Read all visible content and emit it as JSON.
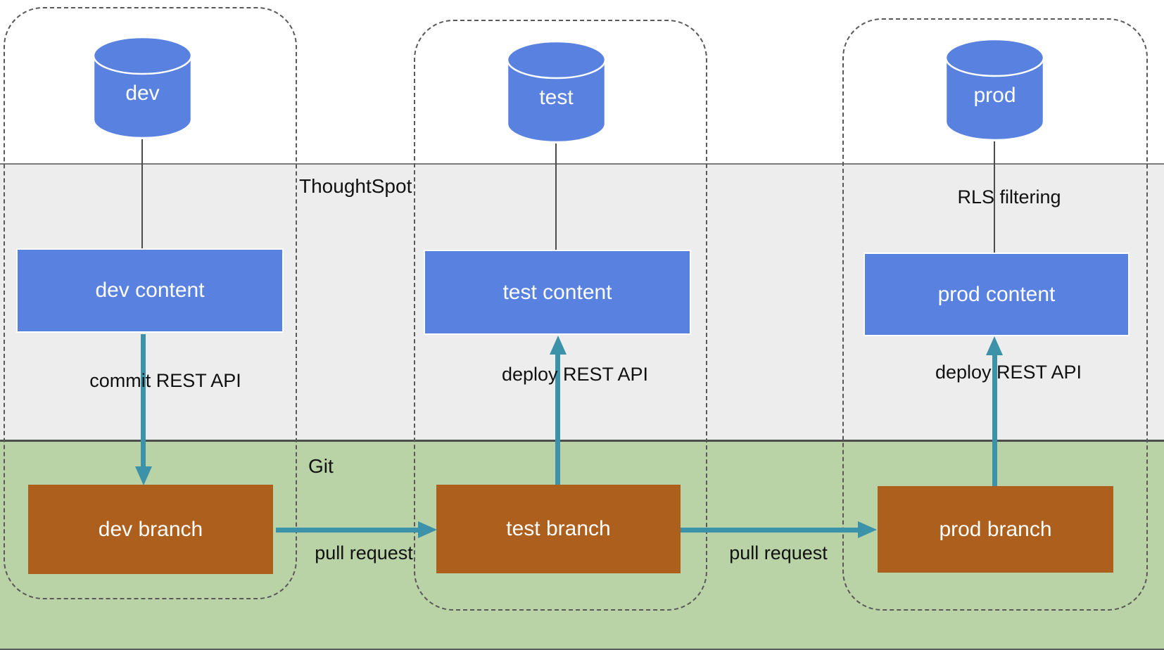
{
  "bands": {
    "top": {
      "label": "ThoughtSpot"
    },
    "bottom": {
      "label": "Git"
    }
  },
  "columns": [
    {
      "id": "dev",
      "database_label": "dev",
      "content_label": "dev content",
      "branch_label": "dev branch"
    },
    {
      "id": "test",
      "database_label": "test",
      "content_label": "test content",
      "branch_label": "test branch"
    },
    {
      "id": "prod",
      "database_label": "prod",
      "content_label": "prod content",
      "branch_label": "prod branch"
    }
  ],
  "edges": {
    "commit_label": "commit REST API",
    "deploy_test_label": "deploy REST API",
    "deploy_prod_label": "deploy REST API",
    "pull_request_dev_test_label": "pull request",
    "pull_request_test_prod_label": "pull request",
    "rls_label": "RLS filtering"
  },
  "colors": {
    "database_blue": "#5881e0",
    "branch_brown": "#ad5f1e",
    "arrow_teal": "#3b92a9",
    "git_band_green": "#b9d3a7",
    "thoughtspot_band_gray": "#ededed",
    "dashed_outline_gray": "#595959"
  }
}
